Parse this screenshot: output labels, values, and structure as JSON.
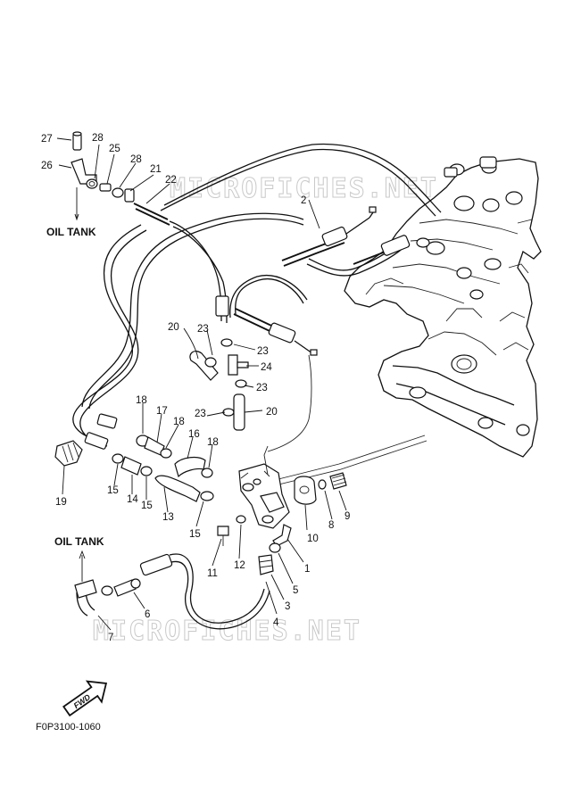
{
  "diagram": {
    "labels": {
      "oil_tank_top": "OIL TANK",
      "oil_tank_bottom": "OIL TANK",
      "code": "F0P3100-1060",
      "fwd": "FWD"
    },
    "watermark": {
      "top": "MICROFICHES.NET",
      "bottom": "MICROFICHES.NET"
    },
    "callouts": [
      "27",
      "28",
      "25",
      "28",
      "21",
      "22",
      "26",
      "2",
      "20",
      "23",
      "23",
      "24",
      "23",
      "23",
      "20",
      "18",
      "17",
      "18",
      "16",
      "18",
      "15",
      "14",
      "15",
      "13",
      "15",
      "19",
      "11",
      "12",
      "10",
      "8",
      "9",
      "1",
      "5",
      "3",
      "4",
      "6",
      "7"
    ]
  }
}
